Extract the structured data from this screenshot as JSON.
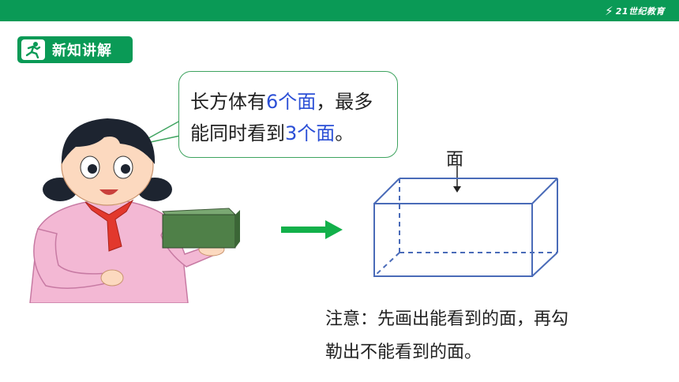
{
  "brand": {
    "logo_text": "21世纪教育"
  },
  "section": {
    "title": "新知讲解",
    "icon": "runner-icon"
  },
  "bubble": {
    "line1_a": "长方体有",
    "line1_hl": "6个面",
    "line1_b": "，最多",
    "line2_a": "能同时看到",
    "line2_hl": "3个面",
    "line2_b": "。"
  },
  "diagram": {
    "face_label": "面"
  },
  "note": {
    "line1": "注意：先画出能看到的面，再勾",
    "line2": "勒出不能看到的面。"
  },
  "colors": {
    "brand_green": "#0a9a56",
    "highlight_blue": "#2b4fd6",
    "cuboid_blue": "#4a6bb8",
    "arrow_green": "#12b04a"
  }
}
